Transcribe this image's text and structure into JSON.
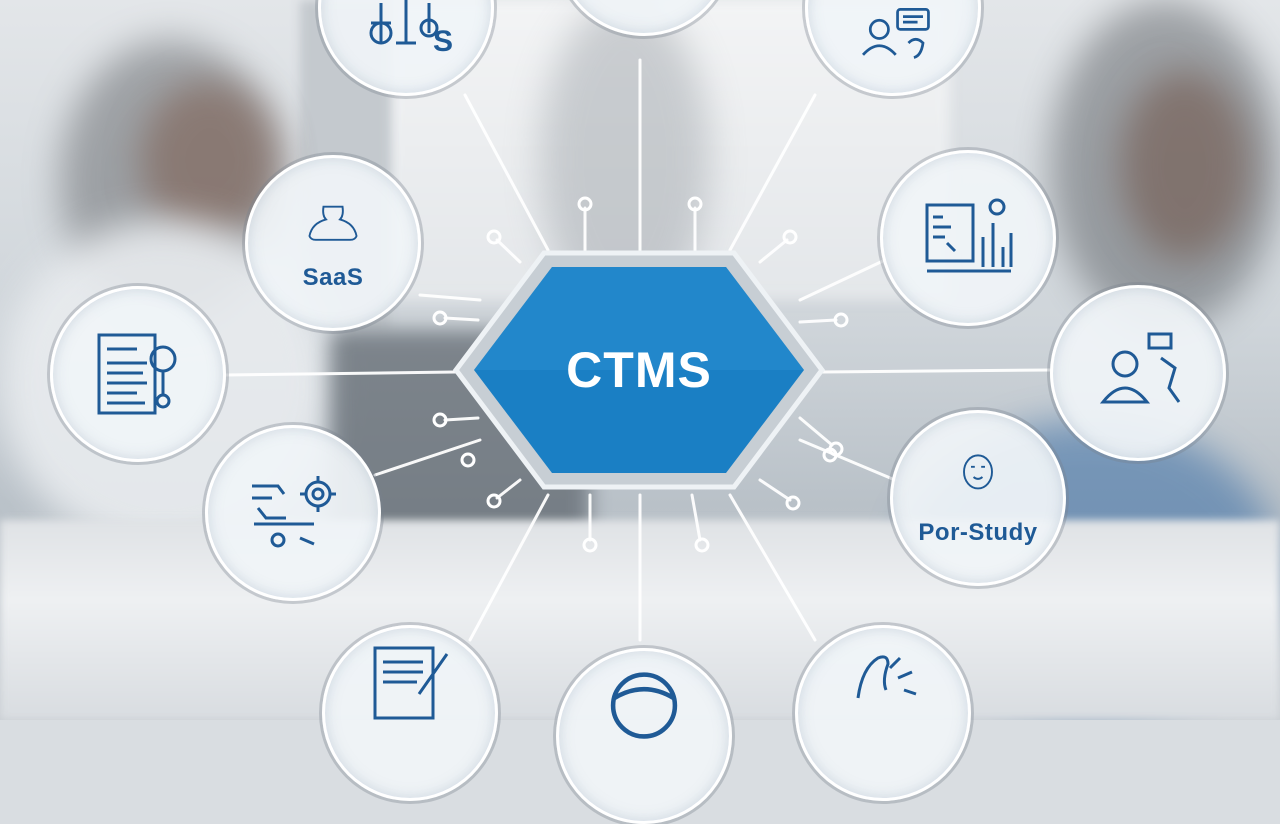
{
  "hub": {
    "label": "CTMS",
    "color": "#1a7fc4"
  },
  "nodes": [
    {
      "name": "top-left-node",
      "label": "S",
      "icon": "budget-balance-icon"
    },
    {
      "name": "top-center-node",
      "label": "",
      "icon": "generic-icon"
    },
    {
      "name": "top-right-node",
      "label": "",
      "icon": "consultation-icon"
    },
    {
      "name": "saas-node",
      "label": "SaaS",
      "icon": "cloud-dome-icon"
    },
    {
      "name": "analytics-node",
      "label": "",
      "icon": "chart-report-icon"
    },
    {
      "name": "document-node",
      "label": "",
      "icon": "document-stethoscope-icon"
    },
    {
      "name": "patient-node",
      "label": "",
      "icon": "patient-doctor-icon"
    },
    {
      "name": "workflow-node",
      "label": "",
      "icon": "workflow-gear-icon"
    },
    {
      "name": "per-study-node",
      "label": "Por-Study",
      "icon": "study-face-icon"
    },
    {
      "name": "bottom-left-node",
      "label": "",
      "icon": "report-pen-icon"
    },
    {
      "name": "bottom-center-node",
      "label": "",
      "icon": "globe-icon"
    },
    {
      "name": "bottom-right-node",
      "label": "",
      "icon": "hand-sketch-icon"
    }
  ],
  "colors": {
    "icon": "#1f5a96",
    "line": "#ffffff",
    "hub_border": "#dfe4e8"
  }
}
